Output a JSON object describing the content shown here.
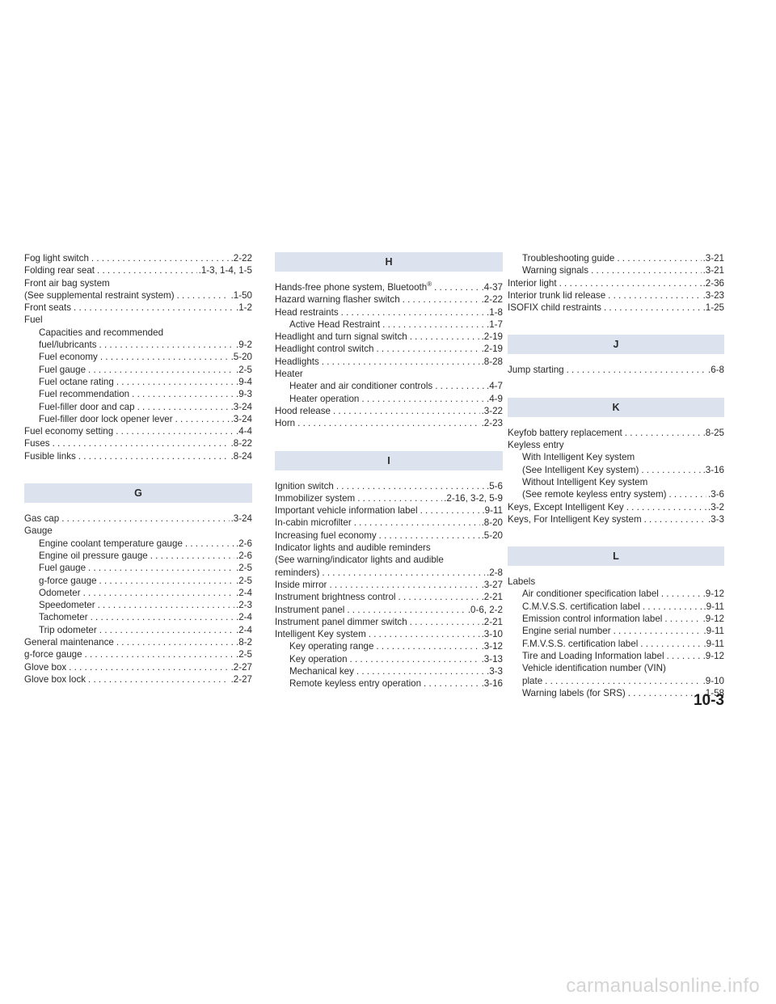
{
  "index": {
    "col1": [
      {
        "kind": "line",
        "text": "Fog light switch",
        "page": ".2-22"
      },
      {
        "kind": "line",
        "text": "Folding rear seat",
        "page": ".1-3, 1-4, 1-5"
      },
      {
        "kind": "text",
        "text": "Front air bag system"
      },
      {
        "kind": "line",
        "text": "(See supplemental restraint system)",
        "page": ".1-50"
      },
      {
        "kind": "line",
        "text": "Front seats",
        "page": ".1-2"
      },
      {
        "kind": "text",
        "text": "Fuel"
      },
      {
        "kind": "text",
        "text": "Capacities and recommended",
        "sub": true
      },
      {
        "kind": "line",
        "text": "fuel/lubricants",
        "page": ".9-2",
        "sub": true
      },
      {
        "kind": "line",
        "text": "Fuel economy",
        "page": ".5-20",
        "sub": true
      },
      {
        "kind": "line",
        "text": "Fuel gauge",
        "page": ".2-5",
        "sub": true
      },
      {
        "kind": "line",
        "text": "Fuel octane rating",
        "page": ".9-4",
        "sub": true
      },
      {
        "kind": "line",
        "text": "Fuel recommendation",
        "page": ".9-3",
        "sub": true
      },
      {
        "kind": "line",
        "text": "Fuel-filler door and cap",
        "page": ".3-24",
        "sub": true
      },
      {
        "kind": "line",
        "text": "Fuel-filler door lock opener lever",
        "page": ".3-24",
        "sub": true
      },
      {
        "kind": "line",
        "text": "Fuel economy setting",
        "page": ".4-4"
      },
      {
        "kind": "line",
        "text": "Fuses",
        "page": ".8-22"
      },
      {
        "kind": "line",
        "text": "Fusible links",
        "page": ".8-24"
      },
      {
        "kind": "gap"
      },
      {
        "kind": "header",
        "text": "G"
      },
      {
        "kind": "line",
        "text": "Gas cap",
        "page": ".3-24"
      },
      {
        "kind": "text",
        "text": "Gauge"
      },
      {
        "kind": "line",
        "text": "Engine coolant temperature gauge",
        "page": ".2-6",
        "sub": true
      },
      {
        "kind": "line",
        "text": "Engine oil pressure gauge",
        "page": ".2-6",
        "sub": true
      },
      {
        "kind": "line",
        "text": "Fuel gauge",
        "page": ".2-5",
        "sub": true
      },
      {
        "kind": "line",
        "text": "g-force gauge",
        "page": ".2-5",
        "sub": true
      },
      {
        "kind": "line",
        "text": "Odometer",
        "page": ".2-4",
        "sub": true
      },
      {
        "kind": "line",
        "text": "Speedometer",
        "page": ".2-3",
        "sub": true
      },
      {
        "kind": "line",
        "text": "Tachometer",
        "page": ".2-4",
        "sub": true
      },
      {
        "kind": "line",
        "text": "Trip odometer",
        "page": ".2-4",
        "sub": true
      },
      {
        "kind": "line",
        "text": "General maintenance",
        "page": ".8-2"
      },
      {
        "kind": "line",
        "text": "g-force gauge",
        "page": ".2-5"
      },
      {
        "kind": "line",
        "text": "Glove box",
        "page": ".2-27"
      },
      {
        "kind": "line",
        "text": "Glove box lock",
        "page": ".2-27"
      }
    ],
    "col2": [
      {
        "kind": "header",
        "text": "H"
      },
      {
        "kind": "line",
        "text": "Hands-free phone system, Bluetooth",
        "sup": "®",
        "page": ".4-37"
      },
      {
        "kind": "line",
        "text": "Hazard warning flasher switch",
        "page": ".2-22"
      },
      {
        "kind": "line",
        "text": "Head restraints",
        "page": ".1-8"
      },
      {
        "kind": "line",
        "text": "Active Head Restraint",
        "page": ".1-7",
        "sub": true
      },
      {
        "kind": "line",
        "text": "Headlight and turn signal switch",
        "page": ".2-19"
      },
      {
        "kind": "line",
        "text": "Headlight control switch",
        "page": ".2-19"
      },
      {
        "kind": "line",
        "text": "Headlights",
        "page": ".8-28"
      },
      {
        "kind": "text",
        "text": "Heater"
      },
      {
        "kind": "line",
        "text": "Heater and air conditioner controls",
        "page": ".4-7",
        "sub": true
      },
      {
        "kind": "line",
        "text": "Heater operation",
        "page": ".4-9",
        "sub": true
      },
      {
        "kind": "line",
        "text": "Hood release",
        "page": ".3-22"
      },
      {
        "kind": "line",
        "text": "Horn",
        "page": ".2-23"
      },
      {
        "kind": "gap"
      },
      {
        "kind": "header",
        "text": "I"
      },
      {
        "kind": "line",
        "text": "Ignition switch",
        "page": ".5-6"
      },
      {
        "kind": "line",
        "text": "Immobilizer system",
        "page": ".2-16, 3-2, 5-9"
      },
      {
        "kind": "line",
        "text": "Important vehicle information label",
        "page": ".9-11"
      },
      {
        "kind": "line",
        "text": "In-cabin microfilter",
        "page": ".8-20"
      },
      {
        "kind": "line",
        "text": "Increasing fuel economy",
        "page": ".5-20"
      },
      {
        "kind": "text",
        "text": "Indicator lights and audible reminders"
      },
      {
        "kind": "text",
        "text": "(See warning/indicator lights and audible"
      },
      {
        "kind": "line",
        "text": "reminders)",
        "page": ".2-8"
      },
      {
        "kind": "line",
        "text": "Inside mirror",
        "page": ".3-27"
      },
      {
        "kind": "line",
        "text": "Instrument brightness control",
        "page": ".2-21"
      },
      {
        "kind": "line",
        "text": "Instrument panel",
        "page": ".0-6, 2-2"
      },
      {
        "kind": "line",
        "text": "Instrument panel dimmer switch",
        "page": ".2-21"
      },
      {
        "kind": "line",
        "text": "Intelligent Key system",
        "page": ".3-10"
      },
      {
        "kind": "line",
        "text": "Key operating range",
        "page": ".3-12",
        "sub": true
      },
      {
        "kind": "line",
        "text": "Key operation",
        "page": ".3-13",
        "sub": true
      },
      {
        "kind": "line",
        "text": "Mechanical key",
        "page": ".3-3",
        "sub": true
      },
      {
        "kind": "line",
        "text": "Remote keyless entry operation",
        "page": ".3-16",
        "sub": true
      }
    ],
    "col3": [
      {
        "kind": "line",
        "text": "Troubleshooting guide",
        "page": ".3-21",
        "sub": true
      },
      {
        "kind": "line",
        "text": "Warning signals",
        "page": ".3-21",
        "sub": true
      },
      {
        "kind": "line",
        "text": "Interior light",
        "page": ".2-36"
      },
      {
        "kind": "line",
        "text": "Interior trunk lid release",
        "page": ".3-23"
      },
      {
        "kind": "line",
        "text": "ISOFIX child restraints",
        "page": ".1-25"
      },
      {
        "kind": "gap"
      },
      {
        "kind": "header",
        "text": "J"
      },
      {
        "kind": "line",
        "text": "Jump starting",
        "page": ".6-8"
      },
      {
        "kind": "gap"
      },
      {
        "kind": "header",
        "text": "K"
      },
      {
        "kind": "line",
        "text": "Keyfob battery replacement",
        "page": ".8-25"
      },
      {
        "kind": "text",
        "text": "Keyless entry"
      },
      {
        "kind": "text",
        "text": "With Intelligent Key system",
        "sub": true
      },
      {
        "kind": "line",
        "text": "(See Intelligent Key system)",
        "page": ".3-16",
        "sub": true
      },
      {
        "kind": "text",
        "text": "Without Intelligent Key system",
        "sub": true
      },
      {
        "kind": "line",
        "text": "(See remote keyless entry system)",
        "page": ".3-6",
        "sub": true
      },
      {
        "kind": "line",
        "text": "Keys, Except Intelligent Key",
        "page": ".3-2"
      },
      {
        "kind": "line",
        "text": "Keys, For Intelligent Key system",
        "page": ".3-3"
      },
      {
        "kind": "gap"
      },
      {
        "kind": "header",
        "text": "L"
      },
      {
        "kind": "text",
        "text": "Labels"
      },
      {
        "kind": "line",
        "text": "Air conditioner specification label",
        "page": ".9-12",
        "sub": true
      },
      {
        "kind": "line",
        "text": "C.M.V.S.S. certification label",
        "page": ".9-11",
        "sub": true
      },
      {
        "kind": "line",
        "text": "Emission control information label",
        "page": ".9-12",
        "sub": true
      },
      {
        "kind": "line",
        "text": "Engine serial number",
        "page": ".9-11",
        "sub": true
      },
      {
        "kind": "line",
        "text": "F.M.V.S.S. certification label",
        "page": ".9-11",
        "sub": true
      },
      {
        "kind": "line",
        "text": "Tire and Loading Information label",
        "page": ".9-12",
        "sub": true
      },
      {
        "kind": "text",
        "text": "Vehicle identification number (VIN)",
        "sub": true
      },
      {
        "kind": "line",
        "text": "plate",
        "page": ".9-10",
        "sub": true
      },
      {
        "kind": "line",
        "text": "Warning labels (for SRS)",
        "page": ".1-58",
        "sub": true
      }
    ]
  },
  "page_number": "10-3",
  "watermark": "carmanualsonline.info",
  "colors": {
    "header_band": "#dde3ee",
    "text": "#2a2a2a",
    "watermark": "#d4d4d4"
  }
}
